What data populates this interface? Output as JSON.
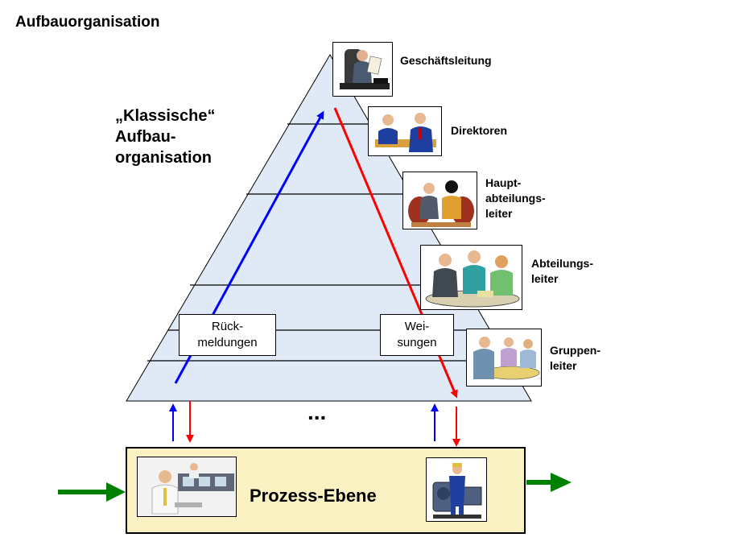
{
  "title": "Aufbauorganisation",
  "subtitle": [
    "„Klassische“",
    "Aufbau-",
    "organisation"
  ],
  "levels": [
    {
      "label": [
        "Geschäftsleitung"
      ],
      "icon": "manager-at-desk-icon"
    },
    {
      "label": [
        "Direktoren"
      ],
      "icon": "two-people-meeting-icon"
    },
    {
      "label": [
        "Haupt-",
        "abteilungs-",
        "leiter"
      ],
      "icon": "two-people-talking-icon"
    },
    {
      "label": [
        "Abteilungs-",
        "leiter"
      ],
      "icon": "three-people-discussion-icon"
    },
    {
      "label": [
        "Gruppen-",
        "leiter"
      ],
      "icon": "group-at-table-icon"
    }
  ],
  "feedback_label": [
    "Rück-",
    "meldungen"
  ],
  "instructions_label": [
    "Wei-",
    "sungen"
  ],
  "ellipsis": "...",
  "process_label": "Prozess-Ebene",
  "process_icons": [
    "office-workers-icon",
    "machine-operator-icon"
  ],
  "colors": {
    "pyramid_fill": "#dfeaf6",
    "feedback_arrow": "#0000ff",
    "instructions_arrow": "#ff0000",
    "flow_arrow": "#008000",
    "process_fill": "#fbf2c4"
  }
}
